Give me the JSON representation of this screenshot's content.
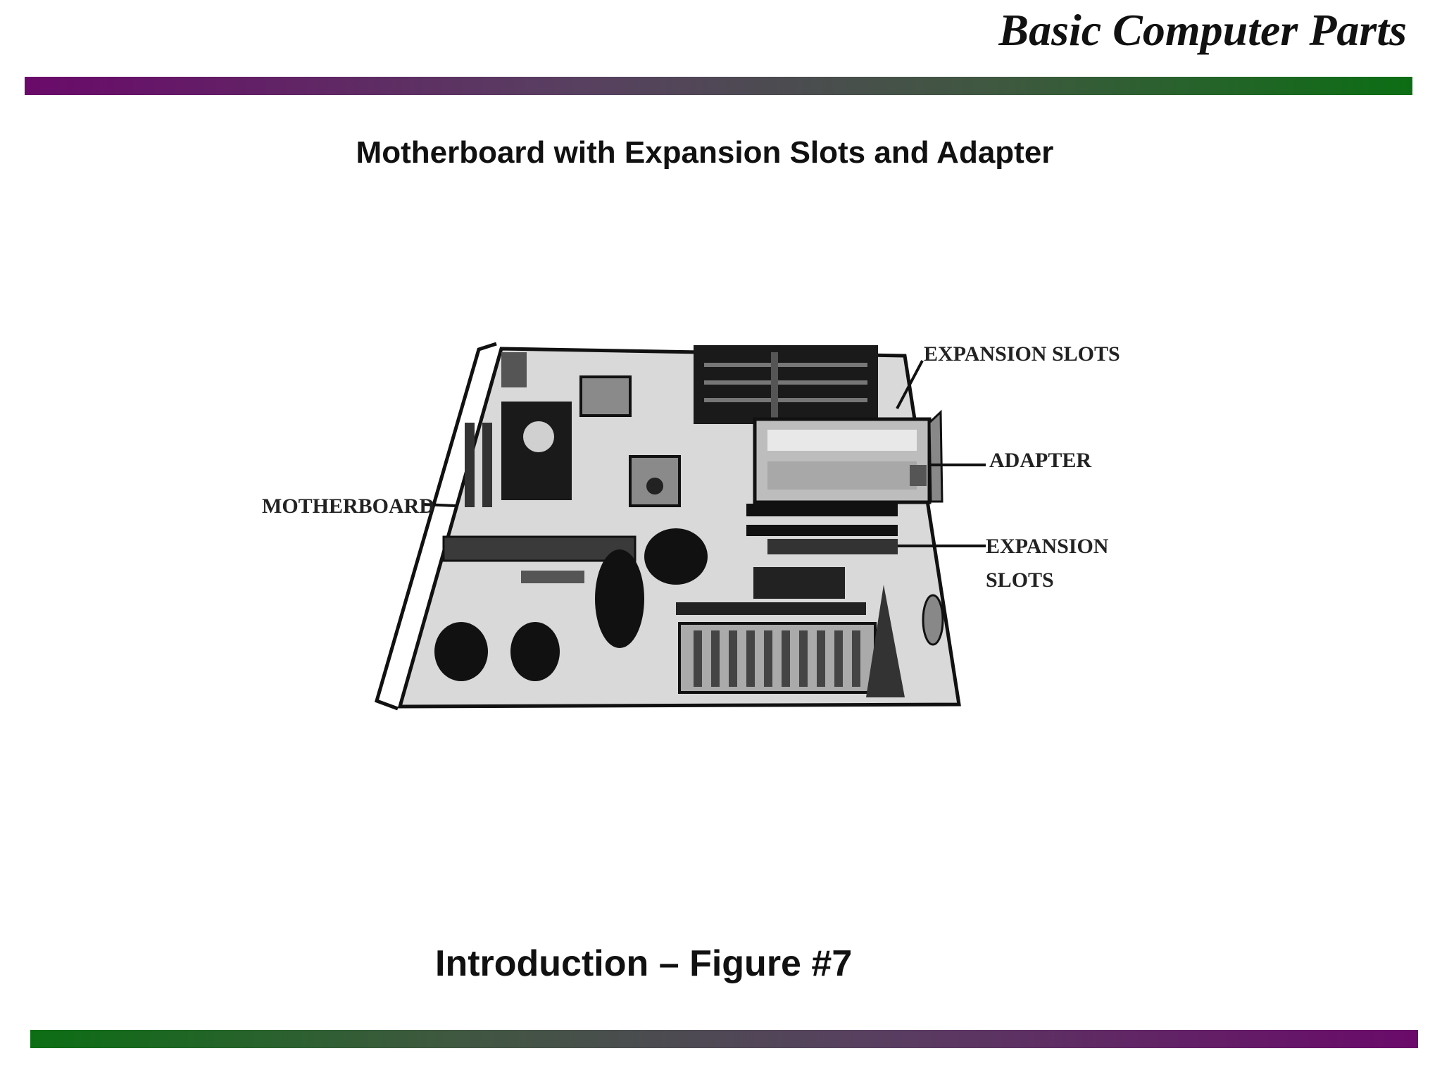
{
  "header": {
    "title": "Basic Computer Parts"
  },
  "slide": {
    "subtitle": "Motherboard with Expansion Slots and Adapter",
    "caption": "Introduction – Figure #7"
  },
  "diagram": {
    "labels": {
      "motherboard": "MOTHERBOARD",
      "expansion_slots_top": "EXPANSION SLOTS",
      "adapter": "ADAPTER",
      "expansion_slots_bottom_line1": "EXPANSION",
      "expansion_slots_bottom_line2": "SLOTS"
    }
  },
  "colors": {
    "bar_purple": "#6a0a6a",
    "bar_green": "#0c6e14",
    "board_fill": "#d9d9d9"
  }
}
